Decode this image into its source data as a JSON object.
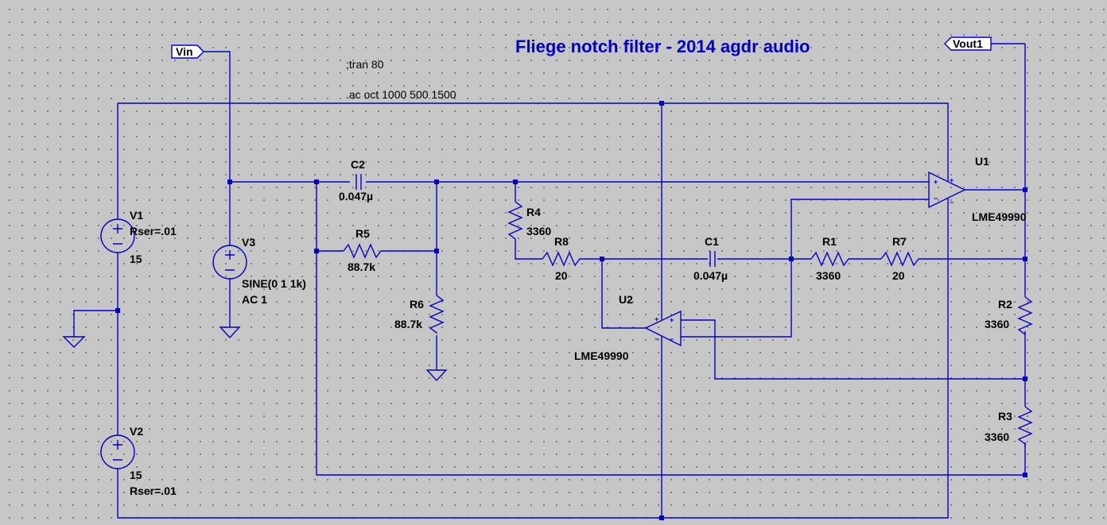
{
  "title": "Fliege notch filter - 2014 agdr audio",
  "directives": {
    "tran": ";tran 80",
    "ac": ".ac oct 1000 500 1500"
  },
  "nets": {
    "vin": "Vin",
    "vout": "Vout1"
  },
  "components": {
    "V1": {
      "ref": "V1",
      "param": "Rser=.01",
      "value": "15"
    },
    "V2": {
      "ref": "V2",
      "value": "15",
      "param": "Rser=.01"
    },
    "V3": {
      "ref": "V3",
      "value": "SINE(0 1 1k)",
      "ac": "AC 1"
    },
    "C1": {
      "ref": "C1",
      "value": "0.047µ"
    },
    "C2": {
      "ref": "C2",
      "value": "0.047µ"
    },
    "R1": {
      "ref": "R1",
      "value": "3360"
    },
    "R2": {
      "ref": "R2",
      "value": "3360"
    },
    "R3": {
      "ref": "R3",
      "value": "3360"
    },
    "R4": {
      "ref": "R4",
      "value": "3360"
    },
    "R5": {
      "ref": "R5",
      "value": "88.7k"
    },
    "R6": {
      "ref": "R6",
      "value": "88.7k"
    },
    "R7": {
      "ref": "R7",
      "value": "20"
    },
    "R8": {
      "ref": "R8",
      "value": "20"
    },
    "U1": {
      "ref": "U1",
      "model": "LME49990"
    },
    "U2": {
      "ref": "U2",
      "model": "LME49990"
    }
  },
  "colors": {
    "wire": "#0000c8",
    "background": "#c6c6c6",
    "grid": "#6e6e6e"
  }
}
